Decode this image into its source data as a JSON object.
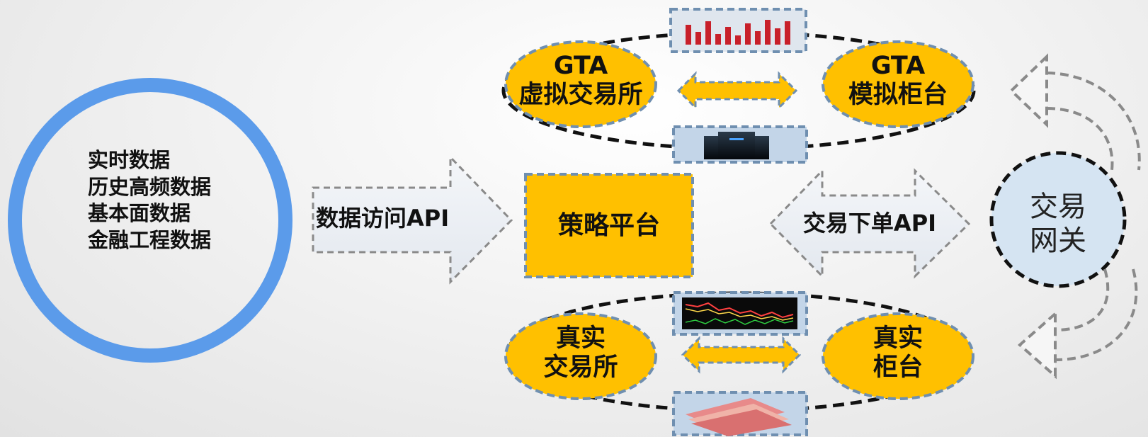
{
  "colors": {
    "accent_blue": "#5b9bea",
    "gold": "#ffc000",
    "light_blue_fill": "#d5e4f2",
    "dashed_border": "#6f8fb0",
    "dark_dash": "#111111",
    "gray_dash": "#8a8a8a"
  },
  "data_sources": {
    "items": [
      "实时数据",
      "历史高频数据",
      "基本面数据",
      "金融工程数据"
    ]
  },
  "data_api_arrow": {
    "label": "数据访问API"
  },
  "strategy_platform": {
    "label": "策略平台"
  },
  "trade_api_arrow": {
    "label": "交易下单API"
  },
  "gateway": {
    "line1": "交易",
    "line2": "网关"
  },
  "simulated_group": {
    "exchange": {
      "line1": "GTA",
      "line2": "虚拟交易所"
    },
    "counter": {
      "line1": "GTA",
      "line2": "模拟柜台"
    },
    "top_image_icon": "bar-chart-icon",
    "bottom_image_icon": "server-icon"
  },
  "real_group": {
    "exchange": {
      "line1": "真实",
      "line2": "交易所"
    },
    "counter": {
      "line1": "真实",
      "line2": "柜台"
    },
    "top_image_icon": "stock-chart-icon",
    "bottom_image_icon": "banknotes-icon"
  }
}
